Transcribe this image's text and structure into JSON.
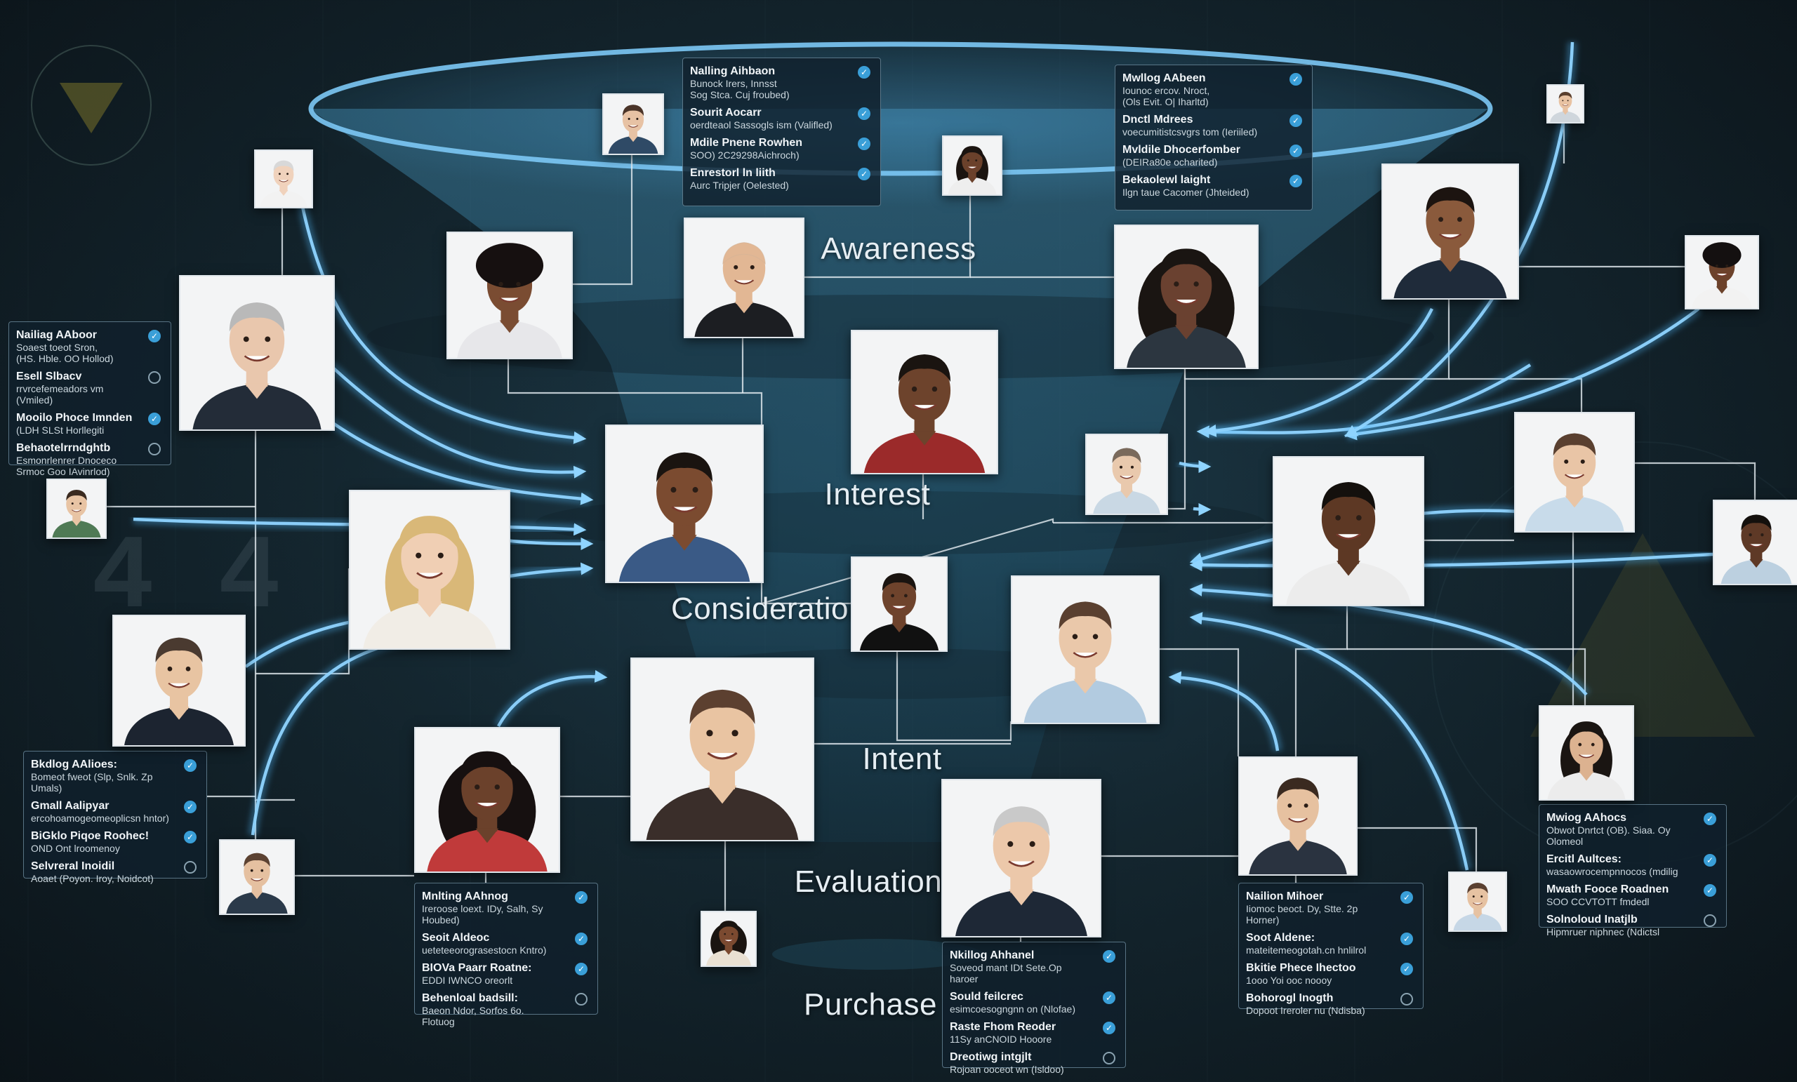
{
  "colors": {
    "accent_blue": "#5ab8f0",
    "line_color": "#e6edf2",
    "card_bg": "#10202c",
    "check_blue": "#3a9fd8",
    "funnel_tint": "#2b6a88"
  },
  "stages": [
    {
      "id": "awareness",
      "label": "Awareness"
    },
    {
      "id": "interest",
      "label": "Interest"
    },
    {
      "id": "consideration",
      "label": "Consideration"
    },
    {
      "id": "intent",
      "label": "Intent"
    },
    {
      "id": "evaluation",
      "label": "Evaluation"
    },
    {
      "id": "purchase",
      "label": "Purchase"
    }
  ],
  "decor": {
    "digits": "4 4"
  },
  "people": [
    {
      "id": "p01",
      "skin": "#f0d2bc",
      "hair": "#d8d8d8",
      "hairStyle": "short",
      "shirt": "#f2f2f2"
    },
    {
      "id": "p02",
      "skin": "#e7c2a4",
      "hair": "#4a3428",
      "hairStyle": "short",
      "shirt": "#2f4a66"
    },
    {
      "id": "p03",
      "skin": "#e9c7ad",
      "hair": "#b9b9b9",
      "hairStyle": "short",
      "shirt": "#232c38"
    },
    {
      "id": "p04",
      "skin": "#7a4c32",
      "hair": "#161010",
      "hairStyle": "afro",
      "shirt": "#e7e7ea"
    },
    {
      "id": "p05",
      "skin": "#e2b794",
      "hair": "#cfb39a",
      "hairStyle": "bald",
      "shirt": "#1c1e22"
    },
    {
      "id": "p06",
      "skin": "#6b412b",
      "hair": "#1b1410",
      "hairStyle": "long",
      "shirt": "#eeeeee"
    },
    {
      "id": "p07",
      "skin": "#6a4130",
      "hair": "#1a1512",
      "hairStyle": "curly-long",
      "shirt": "#2c3640"
    },
    {
      "id": "p08",
      "skin": "#8a5a3c",
      "hair": "#1c1410",
      "hairStyle": "short",
      "shirt": "#1f2b3a"
    },
    {
      "id": "p09",
      "skin": "#e8c2a2",
      "hair": "#5a3f2e",
      "hairStyle": "short",
      "shirt": "#cfd6dc"
    },
    {
      "id": "p10",
      "skin": "#6c422b",
      "hair": "#141010",
      "hairStyle": "afro",
      "shirt": "#f2f2f2"
    },
    {
      "id": "p11",
      "skin": "#6d432c",
      "hair": "#1a1410",
      "hairStyle": "short",
      "shirt": "#9b2a2a"
    },
    {
      "id": "p12",
      "skin": "#e8c4a4",
      "hair": "#3a2a20",
      "hairStyle": "short",
      "shirt": "#4f7a55"
    },
    {
      "id": "p13",
      "skin": "#7b4b30",
      "hair": "#1a1410",
      "hairStyle": "short",
      "shirt": "#3a5a86"
    },
    {
      "id": "p14",
      "skin": "#e9c9ad",
      "hair": "#7a6a5c",
      "hairStyle": "short",
      "shirt": "#c9d8e4"
    },
    {
      "id": "p15",
      "skin": "#d9ac8a",
      "hair": "#1e1612",
      "hairStyle": "long",
      "shirt": "#2a2a2a"
    },
    {
      "id": "p16",
      "skin": "#f0cfb4",
      "hair": "#d9b878",
      "hairStyle": "long",
      "shirt": "#f1ede6"
    },
    {
      "id": "p17",
      "skin": "#6e432c",
      "hair": "#1a1410",
      "hairStyle": "short",
      "shirt": "#111111"
    },
    {
      "id": "p18",
      "skin": "#5d3824",
      "hair": "#14100d",
      "hairStyle": "short",
      "shirt": "#ececec"
    },
    {
      "id": "p19",
      "skin": "#5e3926",
      "hair": "#14100d",
      "hairStyle": "short",
      "shirt": "#bcd0e0"
    },
    {
      "id": "p20",
      "skin": "#e8c4a2",
      "hair": "#4a3a30",
      "hairStyle": "short",
      "shirt": "#1c2430"
    },
    {
      "id": "p21",
      "skin": "#eac8aa",
      "hair": "#5a4030",
      "hairStyle": "short",
      "shirt": "#b2cbe0"
    },
    {
      "id": "p22",
      "skin": "#dcb290",
      "hair": "#1a1512",
      "hairStyle": "long",
      "shirt": "#ececec"
    },
    {
      "id": "p23",
      "skin": "#e9c4a2",
      "hair": "#5c4030",
      "hairStyle": "short",
      "shirt": "#3a2e2a"
    },
    {
      "id": "p24",
      "skin": "#e9c5a6",
      "hair": "#5a4030",
      "hairStyle": "short",
      "shirt": "#c8dbea"
    },
    {
      "id": "p25",
      "skin": "#6b412b",
      "hair": "#161010",
      "hairStyle": "curly-long",
      "shirt": "#c03a3a"
    },
    {
      "id": "p26",
      "skin": "#e5c0a0",
      "hair": "#5c4232",
      "hairStyle": "short",
      "shirt": "#2b3a4a"
    },
    {
      "id": "p27",
      "skin": "#ecc8aa",
      "hair": "#c9c9c9",
      "hairStyle": "short",
      "shirt": "#1e2836"
    },
    {
      "id": "p28",
      "skin": "#e6c1a0",
      "hair": "#3a2a20",
      "hairStyle": "short",
      "shirt": "#2a3340"
    },
    {
      "id": "p29",
      "skin": "#7b4a30",
      "hair": "#1a1410",
      "hairStyle": "curly-long",
      "shirt": "#e9e0d2"
    },
    {
      "id": "p30",
      "skin": "#e6c2a2",
      "hair": "#5a4030",
      "hairStyle": "short",
      "shirt": "#c6d7e6"
    }
  ],
  "cards": [
    {
      "id": "card-top-center",
      "rows": [
        {
          "title": "Nalling Aihbaon",
          "value": "Bunock Irers, Innsst\nSog Stca. Cuj froubed)",
          "checked": true
        },
        {
          "title": "Sourit Aocarr",
          "value": "oerdteaol Sassogls ism (Valifled)",
          "checked": true
        },
        {
          "title": "Mdile Pnene Rowhen",
          "value": "SOO) 2C29298Aichroch)",
          "checked": true
        },
        {
          "title": "Enrestorl ln liith",
          "value": "Aurc Tripjer (Oelested)",
          "checked": true
        }
      ]
    },
    {
      "id": "card-top-right",
      "rows": [
        {
          "title": "Mwllog AAbeen",
          "value": "Iounoc ercov. Nroct,\n(Ols Evit. O| Iharltd)",
          "checked": true
        },
        {
          "title": "Dnctl Mdrees",
          "value": "voecumitistcsvgrs tom (Ieriiled)",
          "checked": true
        },
        {
          "title": "Mvldile Dhocerfomber",
          "value": "(DEIRa80e ocharited)",
          "checked": true
        },
        {
          "title": "Bekaolewl laight",
          "value": "Ilgn taue Cacomer (Jhteided)",
          "checked": true
        }
      ]
    },
    {
      "id": "card-left-upper",
      "rows": [
        {
          "title": "Nailiag AAboor",
          "value": "Soaest toeot Sron,\n(HS. Hble. OO Hollod)",
          "checked": true
        },
        {
          "title": "Esell Slbacv",
          "value": "rrvrcefemeadors vm (Vmiled)",
          "checked": false
        },
        {
          "title": "Mooilo Phoce Imnden",
          "value": "(LDH SLSt Horllegiti",
          "checked": true
        },
        {
          "title": "Behaotelrrndghtb",
          "value": "Esmonrlenrer Dnoceco\nSrmoc Goo IAvinrlod)",
          "checked": false
        }
      ]
    },
    {
      "id": "card-left-lower",
      "rows": [
        {
          "title": "Bkdlog AAlioes:",
          "value": "Bomeot fweot (Slp, Snlk. Zp\nUmals)",
          "checked": true
        },
        {
          "title": "Gmall Aalipyar",
          "value": "ercohoamogeomeoplicsn hntor)",
          "checked": true
        },
        {
          "title": "BiGklo Piqoe Roohec!",
          "value": "OND Ont lroomenoy",
          "checked": true
        },
        {
          "title": "Selvreral Inoidil",
          "value": "Aoaet (Poyon. Iroy, Noidcot)",
          "checked": false
        }
      ]
    },
    {
      "id": "card-bottom-left",
      "rows": [
        {
          "title": "Mnlting AAhnog",
          "value": "Ireroose loext. IDy, Salh, Sy\nHoubed)",
          "checked": true
        },
        {
          "title": "Seoit Aldeoc",
          "value": "ueteteeorograsestocn Kntro)",
          "checked": true
        },
        {
          "title": "BIOVa Paarr Roatne:",
          "value": "EDDI IWNCO oreorlt",
          "checked": true
        },
        {
          "title": "Behenloal badsill:",
          "value": "Baeon Ndor, Sorfos 6o.\nFlotuog",
          "checked": false
        }
      ]
    },
    {
      "id": "card-bottom-center",
      "rows": [
        {
          "title": "Nkillog Ahhanel",
          "value": "Soveod mant IDt Sete.Op\nharoer",
          "checked": true
        },
        {
          "title": "Sould feilcrec",
          "value": "esimcoesogngnn on (Nlofae)",
          "checked": true
        },
        {
          "title": "Raste Fhom Reoder",
          "value": "11Sy anCNOID Hooore",
          "checked": true
        },
        {
          "title": "Dreotiwg intgjlt",
          "value": "Rojoan ooceot wn (Isldoo)",
          "checked": false
        }
      ]
    },
    {
      "id": "card-bottom-right",
      "rows": [
        {
          "title": "Nailion Mihoer",
          "value": "Iiomoc beoct. Dy, Stte. 2p\nHorner)",
          "checked": true
        },
        {
          "title": "Soot Aldene:",
          "value": "mateitemeogotah.cn hnlilrol",
          "checked": true
        },
        {
          "title": "Bkitie Phece Ihectoo",
          "value": "1ooo Yoi ooc noooy",
          "checked": true
        },
        {
          "title": "Bohorogl Inogth",
          "value": "Dopoot Ireroler nu (Ndisba)",
          "checked": false
        }
      ]
    },
    {
      "id": "card-far-right",
      "rows": [
        {
          "title": "Mwiog AAhocs",
          "value": "Obwot Dnrtct (OB). Siaa. Oy\nOlomeol",
          "checked": true
        },
        {
          "title": "Ercitl Aultces:",
          "value": "wasaowrocempnnocos (mdilig",
          "checked": true
        },
        {
          "title": "Mwath Fooce Roadnen",
          "value": "SOO CCVTOTT fmdedl",
          "checked": true
        },
        {
          "title": "Solnoloud Inatjlb",
          "value": "Hipmruer niphnec (Ndictsl",
          "checked": false
        }
      ]
    }
  ]
}
